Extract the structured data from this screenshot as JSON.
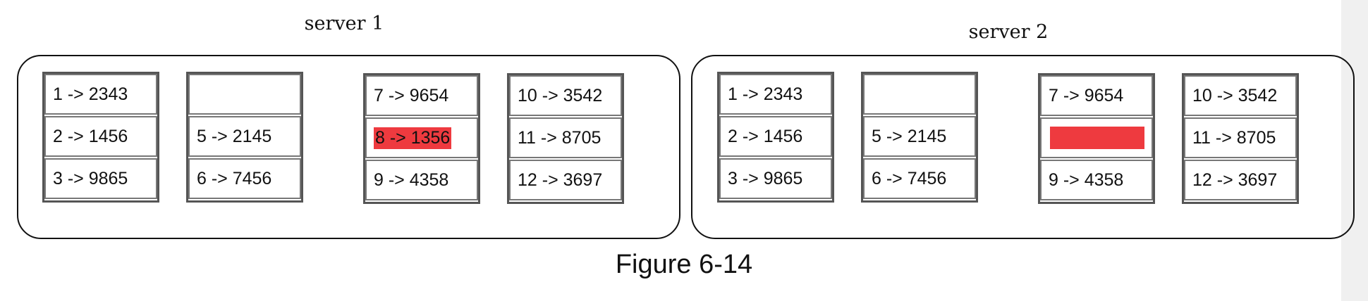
{
  "highlight_color": "#ee3a3f",
  "servers": [
    {
      "title": "server 1",
      "columns": [
        [
          "1 -> 2343",
          "2 -> 1456",
          "3 -> 9865"
        ],
        [
          "",
          "5 -> 2145",
          "6 -> 7456"
        ],
        [
          "7 -> 9654",
          "8 -> 1356",
          "9 -> 4358"
        ],
        [
          "10 -> 3542",
          "11 -> 8705",
          "12 -> 3697"
        ]
      ],
      "highlighted_entry": "8 -> 1356"
    },
    {
      "title": "server 2",
      "columns": [
        [
          "1 -> 2343",
          "2 -> 1456",
          "3 -> 9865"
        ],
        [
          "",
          "5 -> 2145",
          "6 -> 7456"
        ],
        [
          "7 -> 9654",
          "",
          "9 -> 4358"
        ],
        [
          "10 -> 3542",
          "11 -> 8705",
          "12 -> 3697"
        ]
      ],
      "deleted_entry_marker": "red-bar"
    }
  ],
  "caption": "Figure 6-14"
}
